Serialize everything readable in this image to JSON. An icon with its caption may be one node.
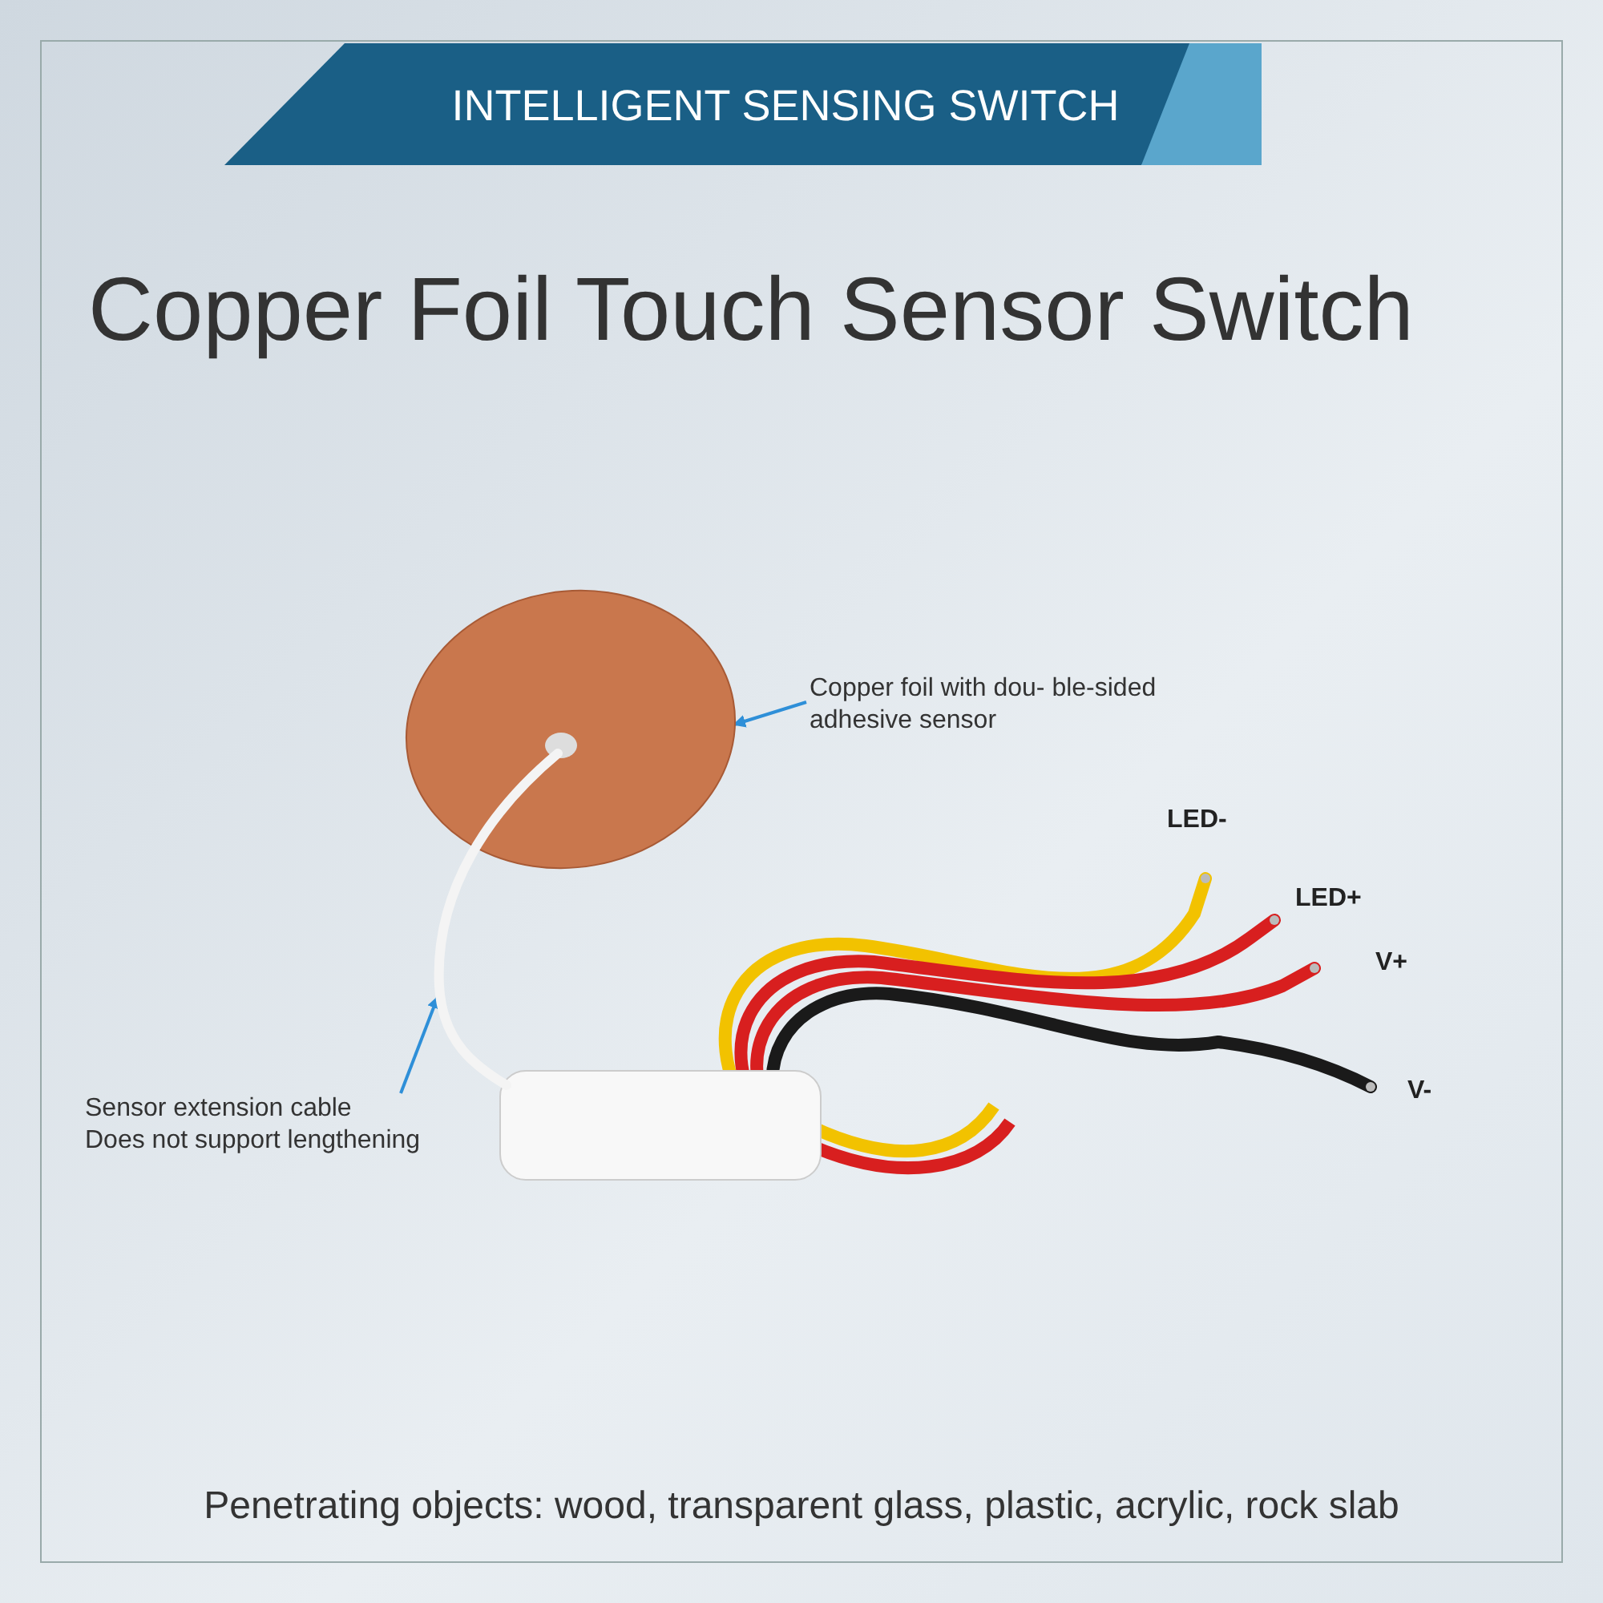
{
  "diagram": {
    "title": "Copper Foil Touch Sensor Switch",
    "caption": "Penetrating objects: wood, transparent glass, plastic, acrylic, rock slab",
    "nodes": [
      {
        "text": [
          "Copper foil with dou- ble-sided adhesive sensor"
        ]
      },
      {
        "text": [],
        "shape": "picture"
      },
      {
        "text": [
          "Sensor extension cable",
          "Does not support lengthening"
        ]
      },
      {
        "text": [],
        "shape": "picture"
      }
    ],
    "edges": [
      {
        "from": 0,
        "to": 1,
        "arrow": "to"
      },
      {
        "from": 2,
        "to": 3,
        "arrow": "to"
      }
    ],
    "labels": [
      "INTELLIGENT SENSING SWITCH",
      "LED-",
      "LED+",
      "V+",
      "V-"
    ]
  }
}
